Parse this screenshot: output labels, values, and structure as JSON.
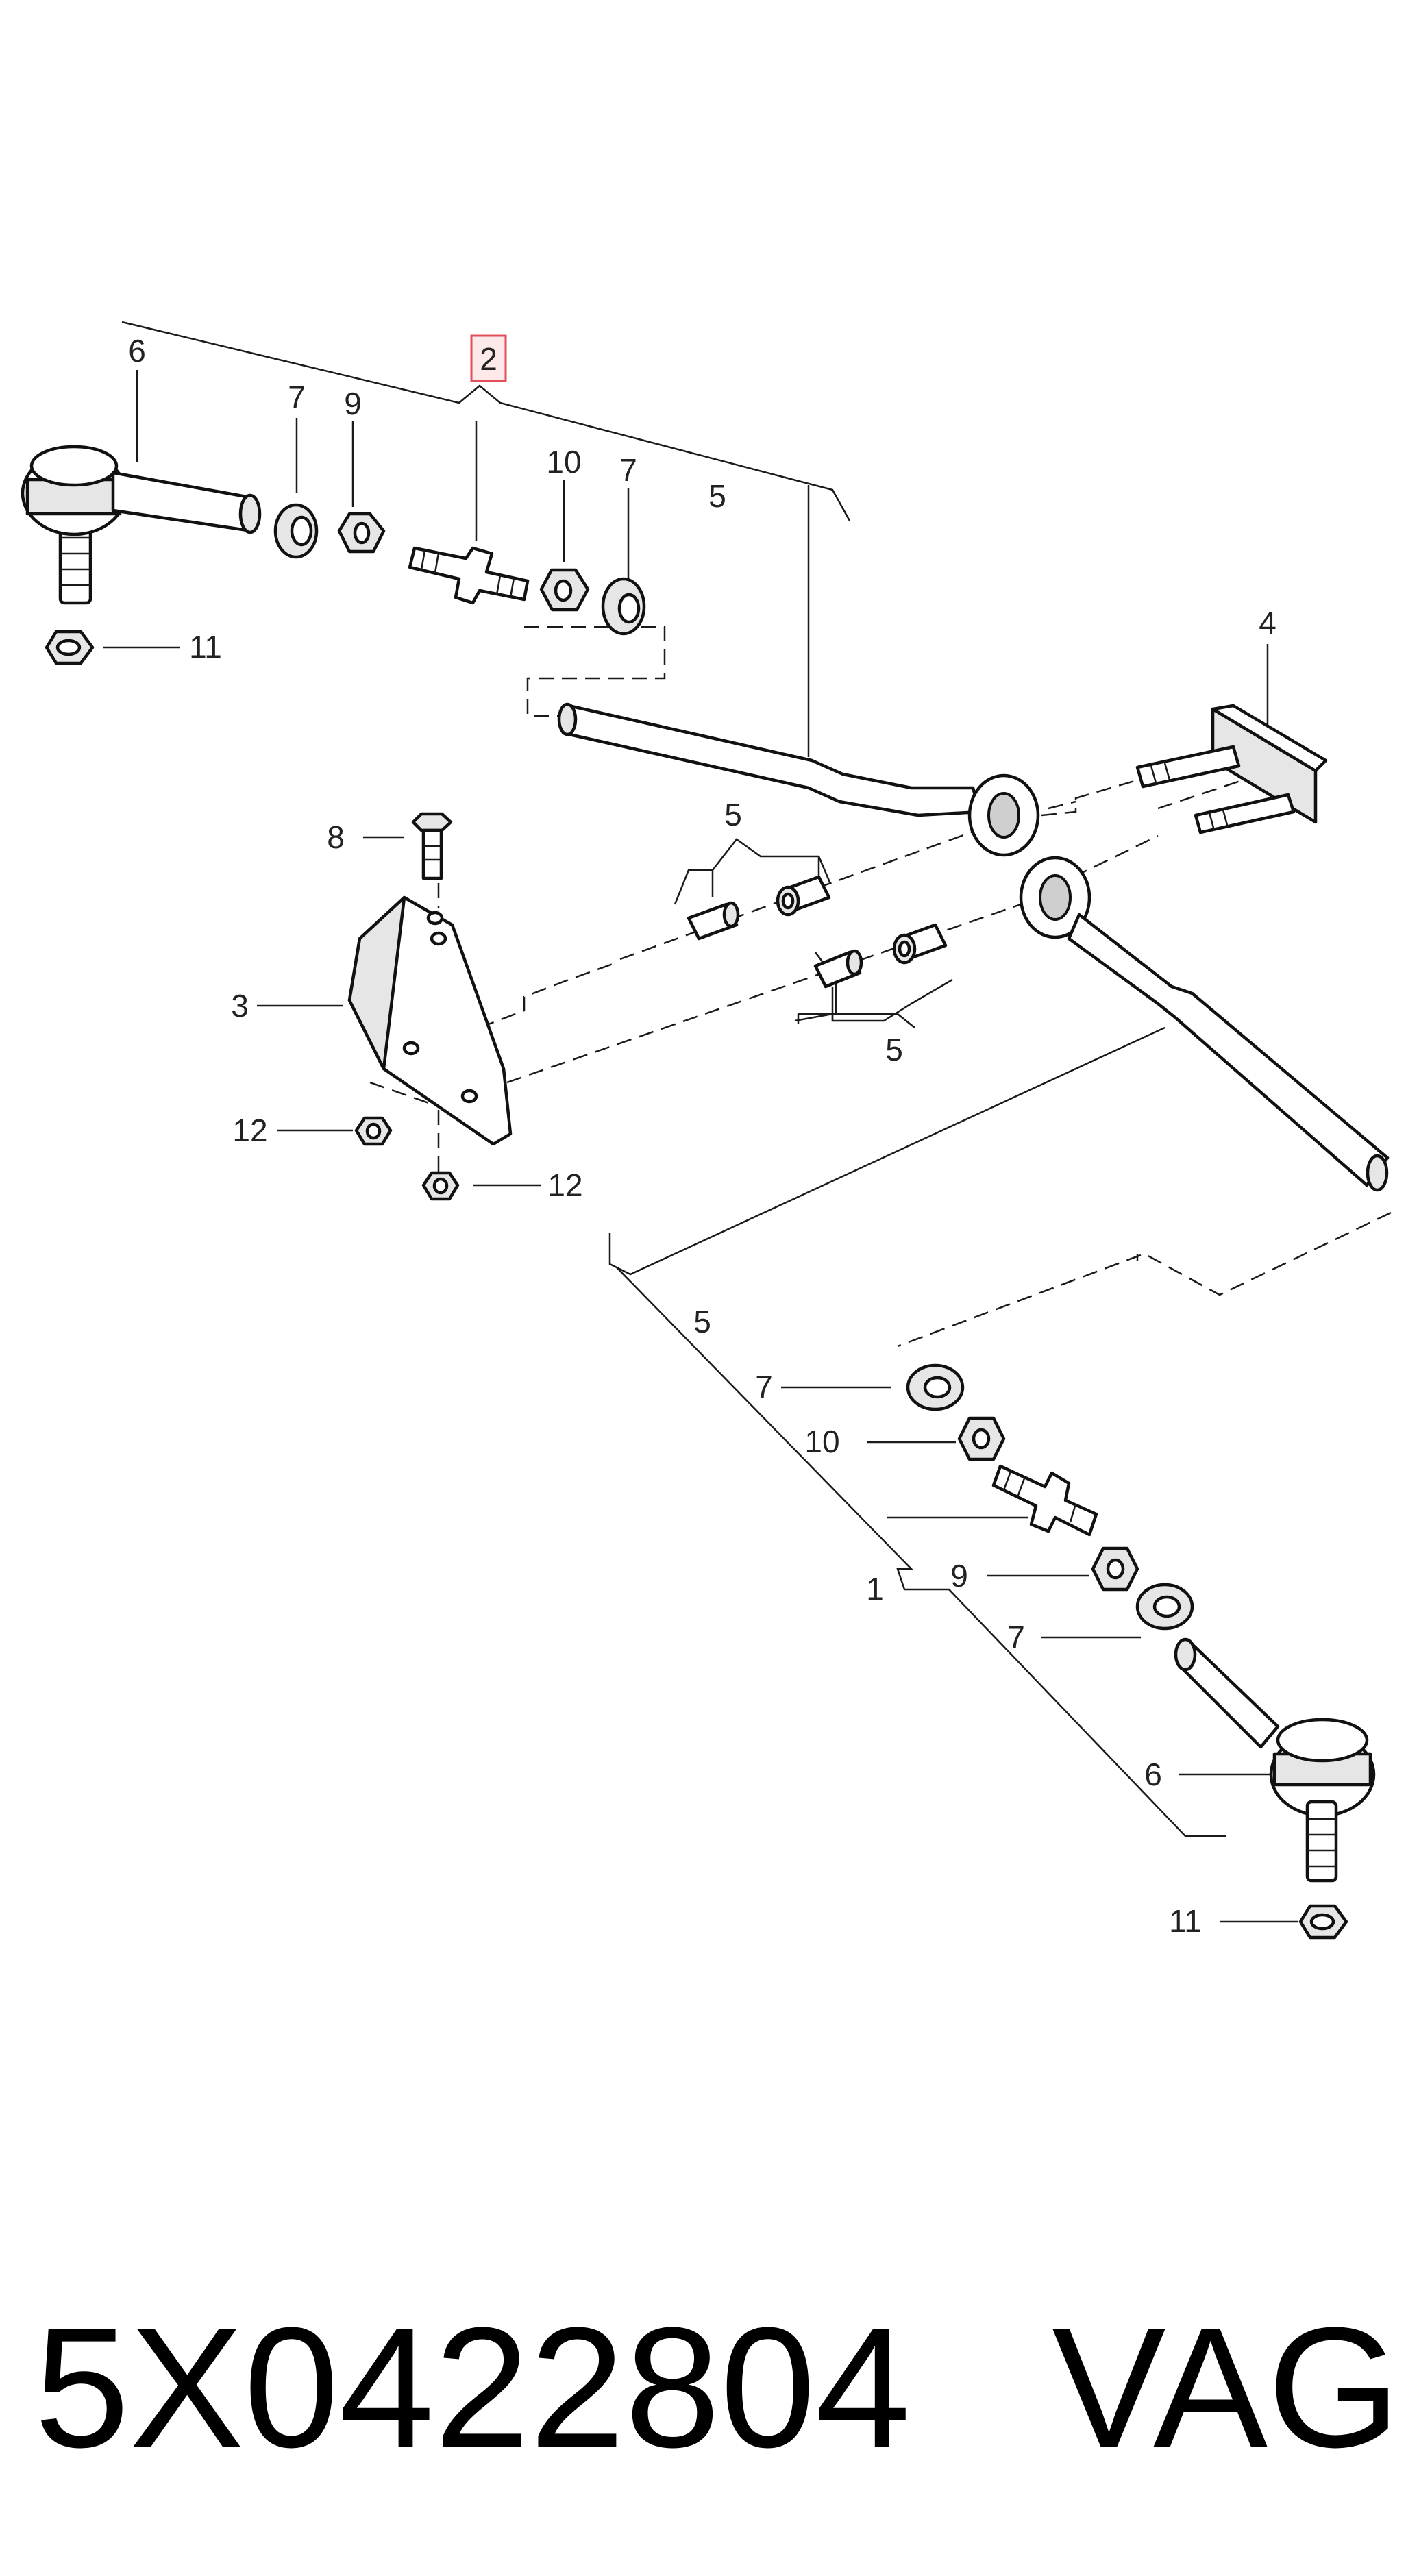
{
  "callouts": {
    "c1": "1",
    "c2": "2",
    "c3": "3",
    "c4": "4",
    "c5a": "5",
    "c5b": "5",
    "c5c": "5",
    "c5d": "5",
    "c6a": "6",
    "c6b": "6",
    "c7a": "7",
    "c7b": "7",
    "c7c": "7",
    "c7d": "7",
    "c8": "8",
    "c9a": "9",
    "c9b": "9",
    "c10a": "10",
    "c10b": "10",
    "c11a": "11",
    "c11b": "11",
    "c12a": "12",
    "c12b": "12"
  },
  "highlighted_callout": "2",
  "footer": {
    "part_number": "5X0422804",
    "brand": "VAG"
  },
  "colors": {
    "highlight_fill": "#fde8ea",
    "highlight_border": "#e0505a",
    "line": "#1a1a1a"
  }
}
